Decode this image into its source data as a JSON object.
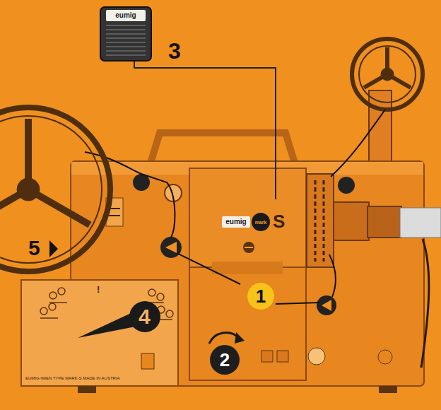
{
  "diagram": {
    "nodes": [
      {
        "text": [
          "eumig"
        ]
      },
      {
        "text": [
          "eumig"
        ]
      },
      {
        "text": [
          "mark"
        ]
      },
      {
        "text": [
          "1"
        ]
      },
      {
        "text": [
          "2"
        ]
      }
    ],
    "labels": [
      "3",
      "5",
      "S",
      "4",
      "!",
      "EUMIG-WIEN TYPE MARK-S MADE IN AUSTRIA"
    ]
  }
}
